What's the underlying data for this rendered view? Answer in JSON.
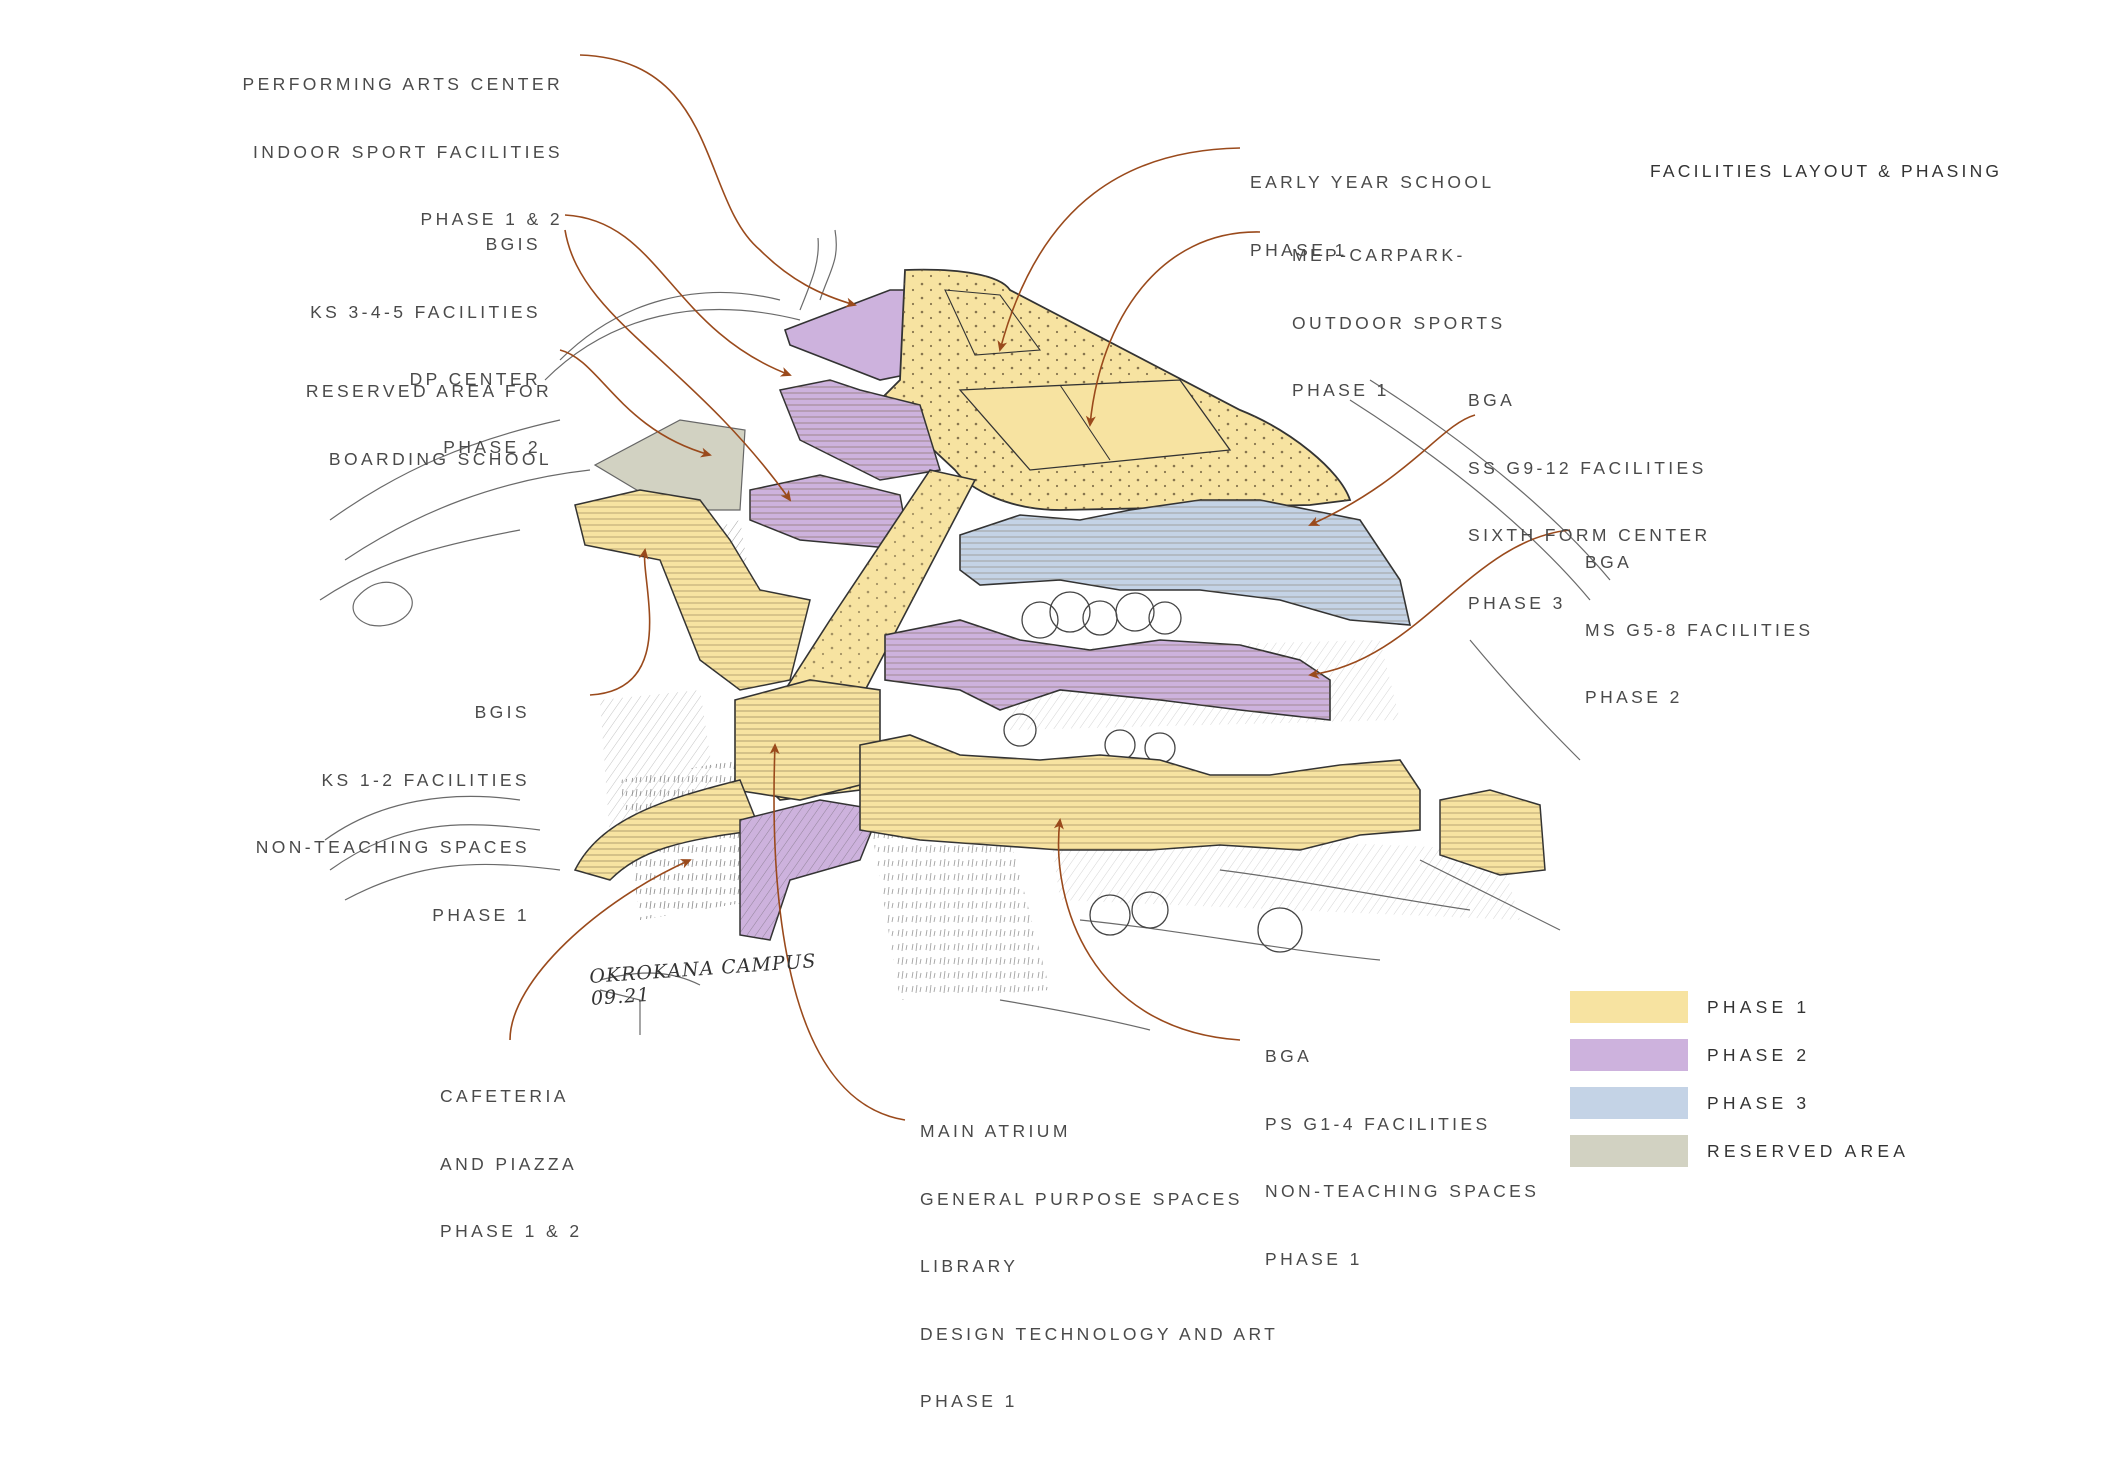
{
  "title": "FACILITIES LAYOUT & PHASING",
  "colors": {
    "phase1": "#f7e3a1",
    "phase2": "#cdb2dd",
    "phase3": "#c4d3e6",
    "reserved": "#d2d2c2",
    "leader": "#9a4a1c",
    "ink": "#3a3a3a"
  },
  "labels": {
    "performing_arts": [
      "PERFORMING ARTS CENTER",
      "INDOOR SPORT FACILITIES",
      "PHASE 1 & 2"
    ],
    "early_year": [
      "EARLY YEAR SCHOOL",
      "PHASE 1"
    ],
    "mep": [
      "MEP-CARPARK-",
      "OUTDOOR SPORTS",
      "PHASE 1"
    ],
    "bgis_ks345": [
      "BGIS",
      "KS 3-4-5 FACILITIES",
      "DP CENTER",
      "PHASE 2"
    ],
    "reserved_boarding": [
      "RESERVED AREA FOR",
      "BOARDING SCHOOL"
    ],
    "bga_ss": [
      "BGA",
      "SS G9-12 FACILITIES",
      "SIXTH FORM CENTER",
      "PHASE 3"
    ],
    "bga_ms": [
      "BGA",
      "MS G5-8 FACILITIES",
      "PHASE 2"
    ],
    "bgis_ks12": [
      "BGIS",
      "KS 1-2 FACILITIES",
      "NON-TEACHING SPACES",
      "PHASE 1"
    ],
    "cafeteria": [
      "CAFETERIA",
      "AND PIAZZA",
      "PHASE 1 & 2"
    ],
    "main_atrium": [
      "MAIN ATRIUM",
      "GENERAL PURPOSE SPACES",
      "LIBRARY",
      "DESIGN TECHNOLOGY AND ART",
      "PHASE 1"
    ],
    "bga_ps": [
      "BGA",
      "PS G1-4 FACILITIES",
      "NON-TEACHING SPACES",
      "PHASE 1"
    ]
  },
  "legend": [
    {
      "label": "PHASE 1",
      "color": "#f7e3a1"
    },
    {
      "label": "PHASE 2",
      "color": "#cdb2dd"
    },
    {
      "label": "PHASE 3",
      "color": "#c4d3e6"
    },
    {
      "label": "RESERVED AREA",
      "color": "#d2d2c2"
    }
  ],
  "signature": [
    "OKROKANA CAMPUS",
    "09.21"
  ]
}
